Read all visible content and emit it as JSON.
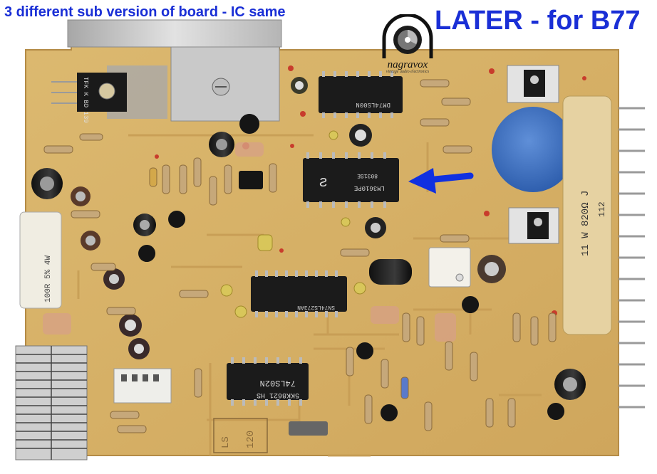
{
  "captions": {
    "left": "3 different sub version of board - IC same",
    "right": "LATER - for B77"
  },
  "logo": {
    "name": "nagravox",
    "tagline": "vintage audio electronics"
  },
  "board": {
    "ic_center_marking_1": "LM3610PE",
    "ic_center_marking_2": "8031SE",
    "ic_top_marking": "DM74LS00N",
    "ic_middle_marking": "SN74LS273AN",
    "ic_bottom_marking": "74LS02N",
    "ic_bottom_code": "5KK8621 HS",
    "heatsink_transistor_label": "TFK K BD 139",
    "power_resistor_label": "11 W 820Ω J",
    "power_resistor_code": "112",
    "left_resistor_label": "100R 5% 4W",
    "silk_text_1": "LS",
    "silk_text_2": "120"
  },
  "colors": {
    "caption": "#1a2fd6",
    "arrow": "#1030e0",
    "pcb": "#d9b56b",
    "pcb_edge": "#b8914a",
    "trace": "#c8a05a"
  }
}
